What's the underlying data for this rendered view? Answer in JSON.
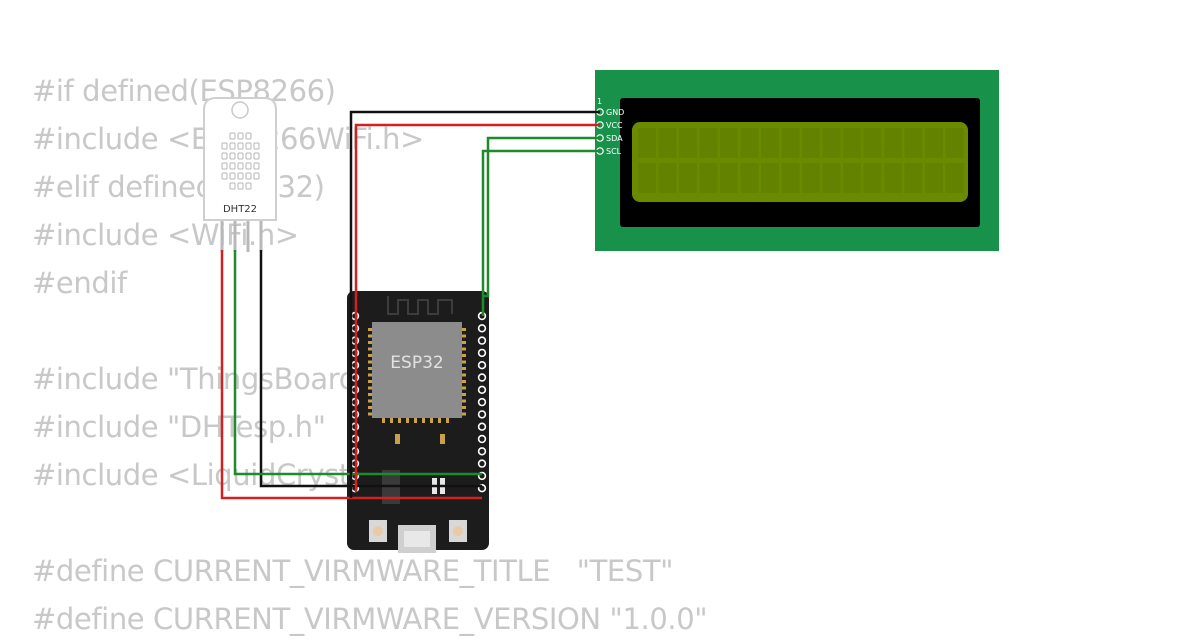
{
  "code_lines": [
    "#if defined(ESP8266)",
    "#include <ESP8266WiFi.h>",
    "#elif defined(ESP32)",
    "#include <WiFi.h>",
    "#endif",
    "",
    "#include \"ThingsBoard.h\"",
    "#include \"DHTesp.h\"",
    "#include <LiquidCrystal_I2C.h>",
    "",
    "#define CURRENT_VIRMWARE_TITLE   \"TEST\"",
    "#define CURRENT_VIRMWARE_VERSION \"1.0.0\""
  ],
  "dht": {
    "label": "DHT22"
  },
  "esp32": {
    "label": "ESP32"
  },
  "lcd": {
    "pin1_label": "1",
    "pins": [
      "GND",
      "VCC",
      "SDA",
      "SCL"
    ]
  },
  "colors": {
    "code_text": "#c8c8c8",
    "wire_black": "#111111",
    "wire_red": "#d42020",
    "wire_green": "#1f8a2a",
    "lcd_board": "#18924a",
    "lcd_screen": "#6a8a00",
    "esp_board": "#1c1c1c",
    "esp_module": "#8c8c8c"
  }
}
